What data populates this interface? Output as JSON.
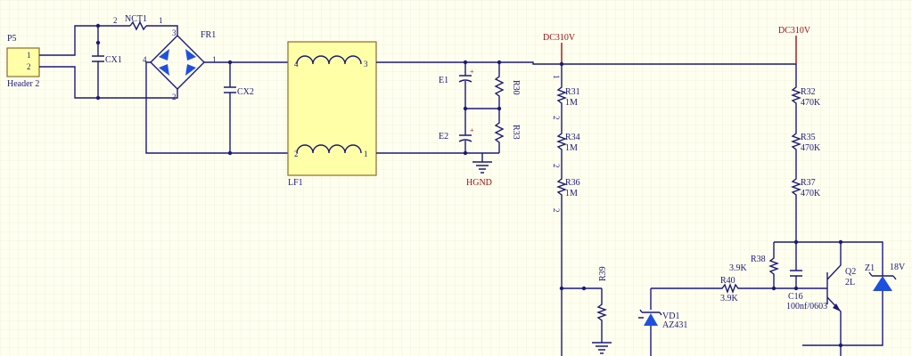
{
  "colors": {
    "background": "#FFFFF0",
    "grid": "#E9E6D2",
    "wire": "#1A1A7A",
    "component_fill": "#FFFFA8",
    "diode_fill": "#1E50E0",
    "net_label": "#A01010"
  },
  "header": {
    "ref": "P5",
    "pin1": "1",
    "pin2": "2",
    "value": "Header 2"
  },
  "nct1": {
    "ref": "NCT1",
    "pin_a": "2",
    "pin_b": "1"
  },
  "cx1": {
    "ref": "CX1"
  },
  "fr1": {
    "ref": "FR1",
    "pin_3": "3",
    "pin_4": "4",
    "pin_1": "1",
    "pin_2": "2"
  },
  "cx2": {
    "ref": "CX2"
  },
  "lf1": {
    "ref": "LF1",
    "pin_4": "4",
    "pin_3": "3",
    "pin_2": "2",
    "pin_1": "1"
  },
  "e1": {
    "ref": "E1",
    "plus": "+"
  },
  "e2": {
    "ref": "E2",
    "plus": "+"
  },
  "r30": {
    "ref": "R30"
  },
  "r33": {
    "ref": "R33"
  },
  "hgnd": {
    "label": "HGND"
  },
  "dc310v_left": {
    "label": "DC310V"
  },
  "dc310v_right": {
    "label": "DC310V"
  },
  "r31": {
    "ref": "R31",
    "value": "1M"
  },
  "r34": {
    "ref": "R34",
    "value": "1M"
  },
  "r36": {
    "ref": "R36",
    "value": "1M"
  },
  "res_pins": {
    "p1": "1",
    "p2": "2"
  },
  "r32": {
    "ref": "R32",
    "value": "470K"
  },
  "r35": {
    "ref": "R35",
    "value": "470K"
  },
  "r37": {
    "ref": "R37",
    "value": "470K"
  },
  "r38": {
    "ref": "R38",
    "value": "3.9K"
  },
  "r40": {
    "ref": "R40",
    "value": "3.9K"
  },
  "r39": {
    "ref": "R39"
  },
  "vd1": {
    "ref": "VD1",
    "value": "AZ431"
  },
  "c16": {
    "ref": "C16",
    "value": "100nf/0603"
  },
  "q2": {
    "ref": "Q2",
    "value": "2L"
  },
  "z1": {
    "ref": "Z1",
    "value": "18V"
  }
}
